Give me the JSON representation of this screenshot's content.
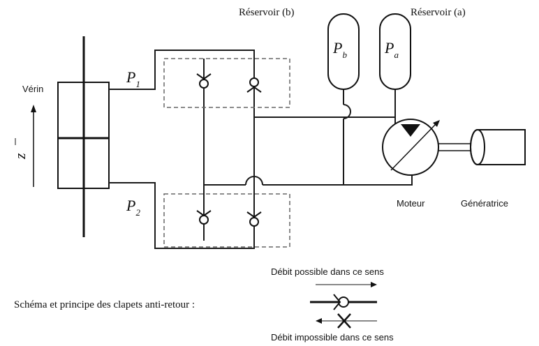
{
  "labels": {
    "verin": "Vérin",
    "p1_main": "P",
    "p1_sub": "1",
    "p2_main": "P",
    "p2_sub": "2",
    "z_axis": "z",
    "reservoir_b": "Réservoir (b)",
    "reservoir_a": "Réservoir (a)",
    "pb_main": "P",
    "pb_sub": "b",
    "pa_main": "P",
    "pa_sub": "a",
    "moteur": "Moteur",
    "generatrice": "Génératrice"
  },
  "legend": {
    "title": "Schéma et principe des clapets anti-retour :",
    "possible": "Débit possible dans ce sens",
    "impossible": "Débit impossible dans ce sens"
  }
}
